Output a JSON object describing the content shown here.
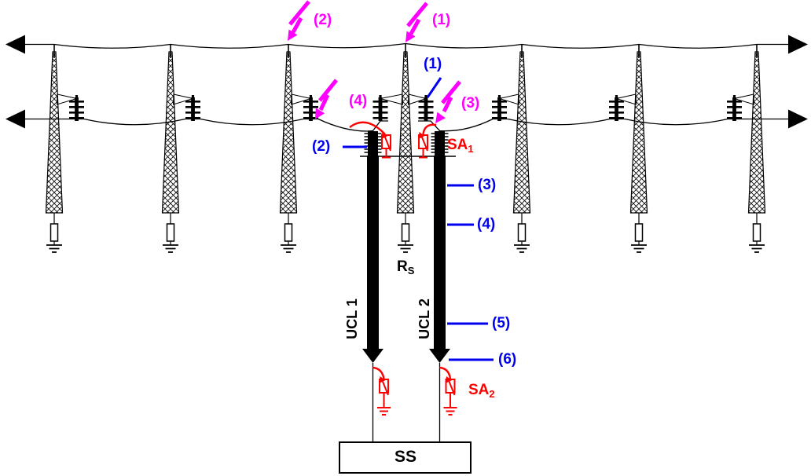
{
  "diagram": {
    "lightning": {
      "l1": "(1)",
      "l2": "(2)",
      "l3": "(3)",
      "l4": "(4)"
    },
    "callouts": {
      "c1": "(1)",
      "c2": "(2)",
      "c3": "(3)",
      "c4": "(4)",
      "c5": "(5)",
      "c6": "(6)"
    },
    "arresters": {
      "sa1": {
        "base": "SA",
        "sub": "1"
      },
      "sa2": {
        "base": "SA",
        "sub": "2"
      }
    },
    "resistor": {
      "base": "R",
      "sub": "S"
    },
    "cables": {
      "ucl1": "UCL 1",
      "ucl2": "UCL 2"
    },
    "substation": "SS"
  },
  "colors": {
    "lightning": "#ff00ff",
    "callout": "#0000ee",
    "arrester": "#ff0000",
    "line": "#000000",
    "background": "#ffffff"
  }
}
